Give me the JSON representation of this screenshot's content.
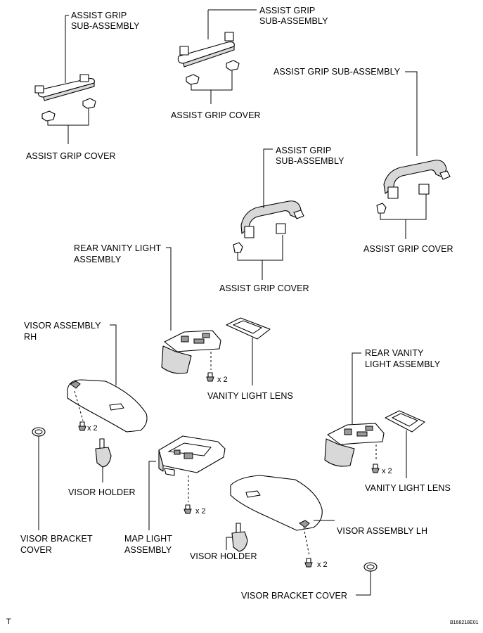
{
  "labels": {
    "assist_grip_sub_1_a": "ASSIST GRIP",
    "assist_grip_sub_1_b": "SUB-ASSEMBLY",
    "assist_grip_sub_2_a": "ASSIST GRIP",
    "assist_grip_sub_2_b": "SUB-ASSEMBLY",
    "assist_grip_sub_3": "ASSIST GRIP SUB-ASSEMBLY",
    "assist_grip_sub_4_a": "ASSIST GRIP",
    "assist_grip_sub_4_b": "SUB-ASSEMBLY",
    "assist_grip_cover_1": "ASSIST GRIP COVER",
    "assist_grip_cover_2": "ASSIST GRIP COVER",
    "assist_grip_cover_3": "ASSIST GRIP COVER",
    "assist_grip_cover_4": "ASSIST GRIP COVER",
    "rear_vanity_light_1_a": "REAR VANITY LIGHT",
    "rear_vanity_light_1_b": "ASSEMBLY",
    "rear_vanity_light_2_a": "REAR VANITY",
    "rear_vanity_light_2_b": "LIGHT ASSEMBLY",
    "visor_rh_a": "VISOR ASSEMBLY",
    "visor_rh_b": "RH",
    "visor_lh": "VISOR ASSEMBLY LH",
    "vanity_lens_1": "VANITY LIGHT LENS",
    "vanity_lens_2": "VANITY LIGHT LENS",
    "visor_holder_1": "VISOR HOLDER",
    "visor_holder_2": "VISOR HOLDER",
    "visor_bracket_cover_1_a": "VISOR BRACKET",
    "visor_bracket_cover_1_b": "COVER",
    "visor_bracket_cover_2": "VISOR BRACKET COVER",
    "map_light_a": "MAP LIGHT",
    "map_light_b": "ASSEMBLY",
    "qty_1": "x 2",
    "qty_2": "x 2",
    "qty_3": "x 2",
    "qty_4": "x 2",
    "corner_mark": "T",
    "figure_code": "B168218E01"
  }
}
